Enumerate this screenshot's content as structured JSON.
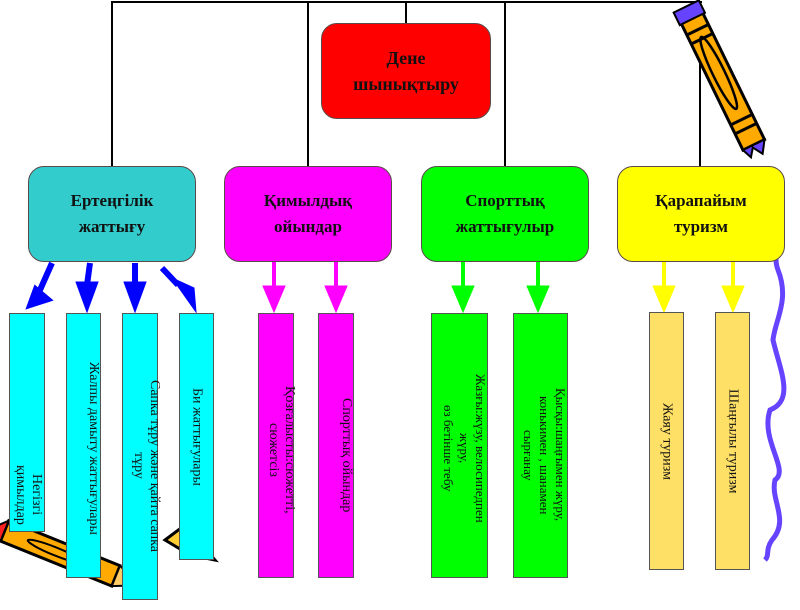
{
  "root": {
    "label": "Дене\nшынықтыру",
    "color": "#ff0000"
  },
  "categories": [
    {
      "label": "Ертеңгілік\nжаттығу",
      "color": "#33cccc",
      "arrow_color": "#0000ff",
      "leaf_color": "#00ffff",
      "children": [
        "Негізгі\nқимылдар",
        "Жалпы дамыту жаттығулары",
        "Сапка тұру және қайта сапка\nтұру",
        "Би жаттығулары"
      ]
    },
    {
      "label": "Қимылдық\nойындар",
      "color": "#ff00ff",
      "arrow_color": "#ff00ff",
      "leaf_color": "#ff00ff",
      "children": [
        "Қозғалысты:сюжетті,\nсюжетсіз",
        "Спорттық ойындар"
      ]
    },
    {
      "label": "Спорттық\nжаттығулыр",
      "color": "#00ff00",
      "arrow_color": "#00ff00",
      "leaf_color": "#00ff00",
      "children": [
        "Жазғы:жүзу, велосипедпен\nжүру,\nөз бетінше тебу",
        "Қысқы:шаңғымен жүру,\nконькимен , шанамен\nсырғанау"
      ]
    },
    {
      "label": "Қарапайым\nтуризм",
      "color": "#ffff00",
      "arrow_color": "#ffff00",
      "leaf_color": "#ffe066",
      "children": [
        "Жаяу туризм",
        "Шаңғылы туризм"
      ]
    }
  ],
  "decorations": [
    "pencil-top-right",
    "pencil-bottom-left",
    "purple-squiggle"
  ]
}
